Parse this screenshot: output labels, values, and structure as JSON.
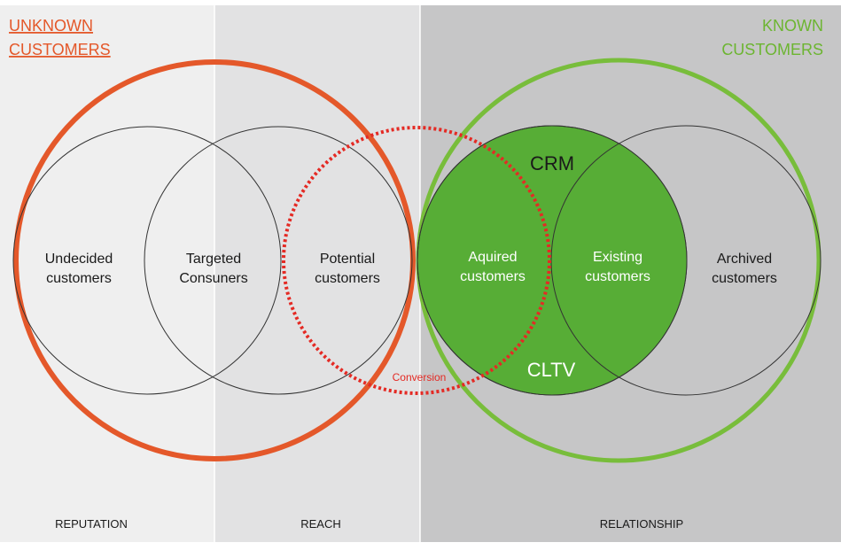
{
  "corner_labels": {
    "unknown_line1": "UNKNOWN",
    "unknown_line2": "CUSTOMERS",
    "known_line1": "KNOWN",
    "known_line2": "CUSTOMERS"
  },
  "circle_labels": {
    "undecided": [
      "Undecided",
      "customers"
    ],
    "targeted": [
      "Targeted",
      "Consuners"
    ],
    "potential": [
      "Potential",
      "customers"
    ],
    "aquired": [
      "Aquired",
      "customers"
    ],
    "existing": [
      "Existing",
      "customers"
    ],
    "archived": [
      "Archived",
      "customers"
    ]
  },
  "overlap_labels": {
    "crm": "CRM",
    "cltv": "CLTV",
    "conversion": "Conversion"
  },
  "bands": {
    "reputation": "REPUTATION",
    "reach": "REACH",
    "relationship": "RELATIONSHIP"
  },
  "colors": {
    "unknown_ring": "#e4582a",
    "unknown_text": "#e4582a",
    "known_ring": "#78bd3b",
    "known_text": "#6cb531",
    "acquired_fill": "#57ad36",
    "conversion_dotted": "#e42a24",
    "band_reputation": "#efefef",
    "band_reach": "#e2e2e3",
    "band_relationship": "#c6c6c7"
  }
}
